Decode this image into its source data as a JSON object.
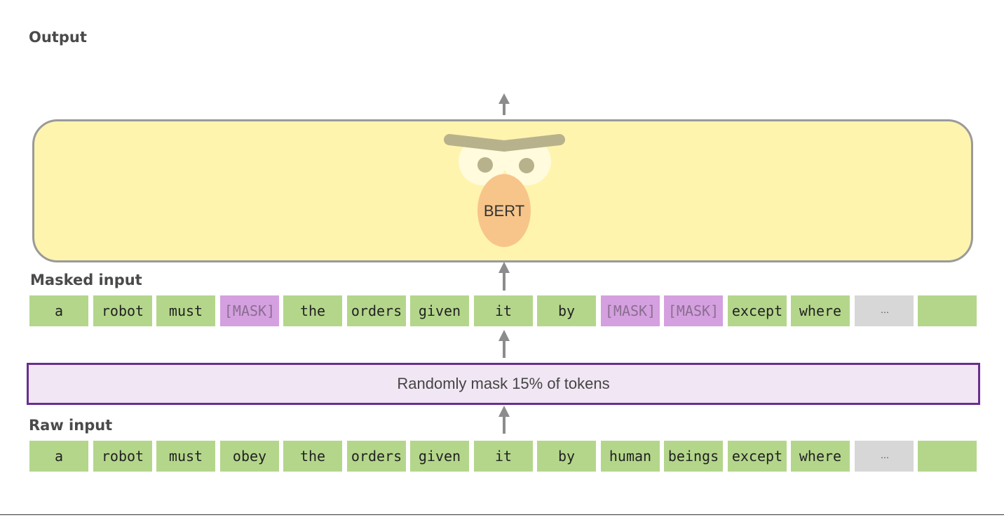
{
  "labels": {
    "output": "Output",
    "masked_input": "Masked input",
    "raw_input": "Raw input"
  },
  "model": {
    "name": "BERT"
  },
  "mask_step": {
    "text": "Randomly mask 15% of tokens"
  },
  "masked_tokens": [
    {
      "text": "a",
      "kind": "token"
    },
    {
      "text": "robot",
      "kind": "token"
    },
    {
      "text": "must",
      "kind": "token"
    },
    {
      "text": "[MASK]",
      "kind": "mask"
    },
    {
      "text": "the",
      "kind": "token"
    },
    {
      "text": "orders",
      "kind": "token"
    },
    {
      "text": "given",
      "kind": "token"
    },
    {
      "text": "it",
      "kind": "token"
    },
    {
      "text": "by",
      "kind": "token"
    },
    {
      "text": "[MASK]",
      "kind": "mask"
    },
    {
      "text": "[MASK]",
      "kind": "mask"
    },
    {
      "text": "except",
      "kind": "token"
    },
    {
      "text": "where",
      "kind": "token"
    },
    {
      "text": "...",
      "kind": "dots"
    },
    {
      "text": "",
      "kind": "empty"
    }
  ],
  "raw_tokens": [
    {
      "text": "a",
      "kind": "token"
    },
    {
      "text": "robot",
      "kind": "token"
    },
    {
      "text": "must",
      "kind": "token"
    },
    {
      "text": "obey",
      "kind": "token"
    },
    {
      "text": "the",
      "kind": "token"
    },
    {
      "text": "orders",
      "kind": "token"
    },
    {
      "text": "given",
      "kind": "token"
    },
    {
      "text": "it",
      "kind": "token"
    },
    {
      "text": "by",
      "kind": "token"
    },
    {
      "text": "human",
      "kind": "token"
    },
    {
      "text": "beings",
      "kind": "token"
    },
    {
      "text": "except",
      "kind": "token"
    },
    {
      "text": "where",
      "kind": "token"
    },
    {
      "text": "...",
      "kind": "dots"
    },
    {
      "text": "",
      "kind": "empty"
    }
  ],
  "colors": {
    "token": "#b4d68b",
    "mask_token": "#d5a0df",
    "ellipsis_token": "#d7d7d7",
    "bert_box": "#fef4ae",
    "mask_box_border": "#6b2d8e",
    "mask_box_fill": "#f1e6f4",
    "arrow": "#8c8c8c"
  }
}
